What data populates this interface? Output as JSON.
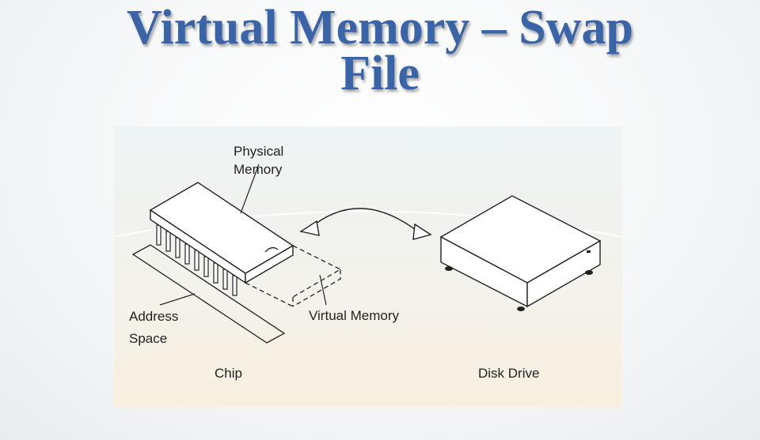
{
  "slide": {
    "title_line1": "Virtual Memory – Swap",
    "title_line2": "File"
  },
  "diagram": {
    "labels": {
      "physical_memory_line1": "Physical",
      "physical_memory_line2": "Memory",
      "virtual_memory": "Virtual Memory",
      "address_space_line1": "Address",
      "address_space_line2": "Space",
      "chip": "Chip",
      "disk_drive": "Disk Drive"
    },
    "colors": {
      "title": "#3a64a8",
      "panel_top": "#eef3f4",
      "panel_bottom": "#f8efe0",
      "line": "#222222"
    }
  }
}
